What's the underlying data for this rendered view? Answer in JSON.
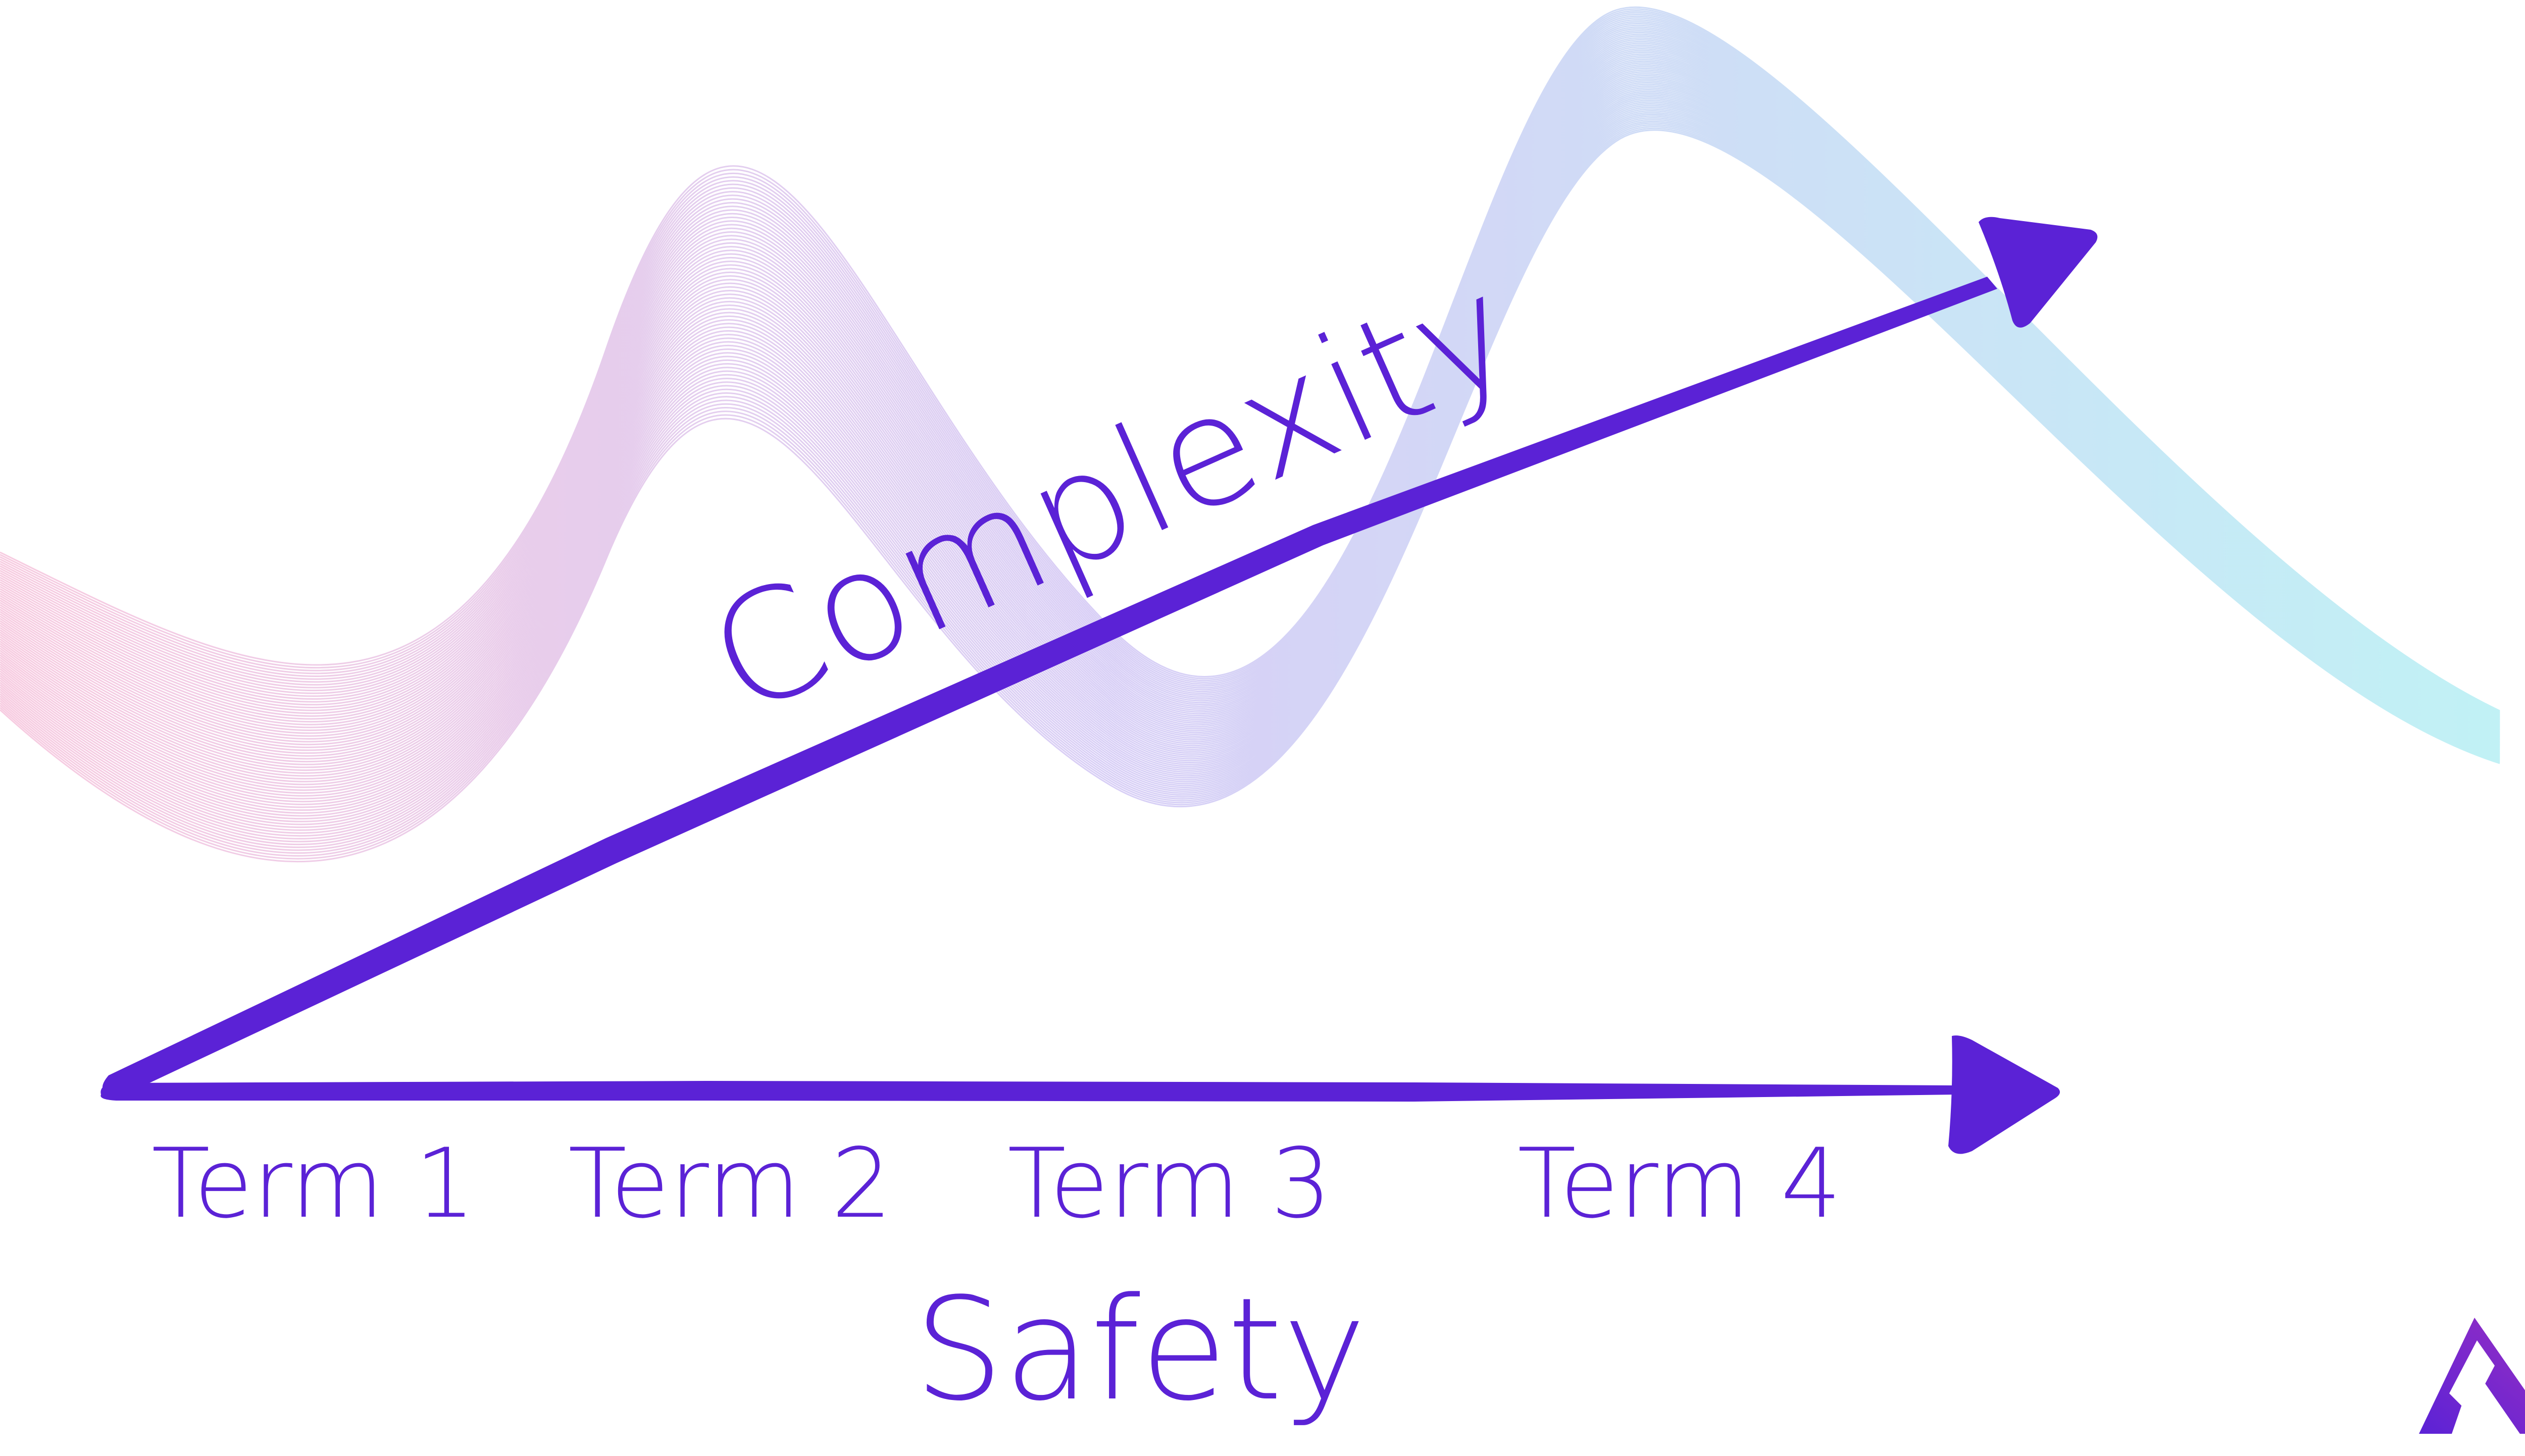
{
  "diagram": {
    "upper_arrow_label": "Complexity",
    "lower_arrow_label": "Safety",
    "terms": [
      {
        "label": "Term 1"
      },
      {
        "label": "Term 2"
      },
      {
        "label": "Term 3"
      },
      {
        "label": "Term 4"
      }
    ]
  },
  "colors": {
    "accent": "#5b22d6",
    "logo_accent": "#8b2bc4",
    "wave_pink": "#f2a3c9",
    "wave_lavender": "#b9a9f0",
    "wave_cyan": "#8fe7ee"
  },
  "logo": {
    "icon": "brand-logo-mark"
  }
}
